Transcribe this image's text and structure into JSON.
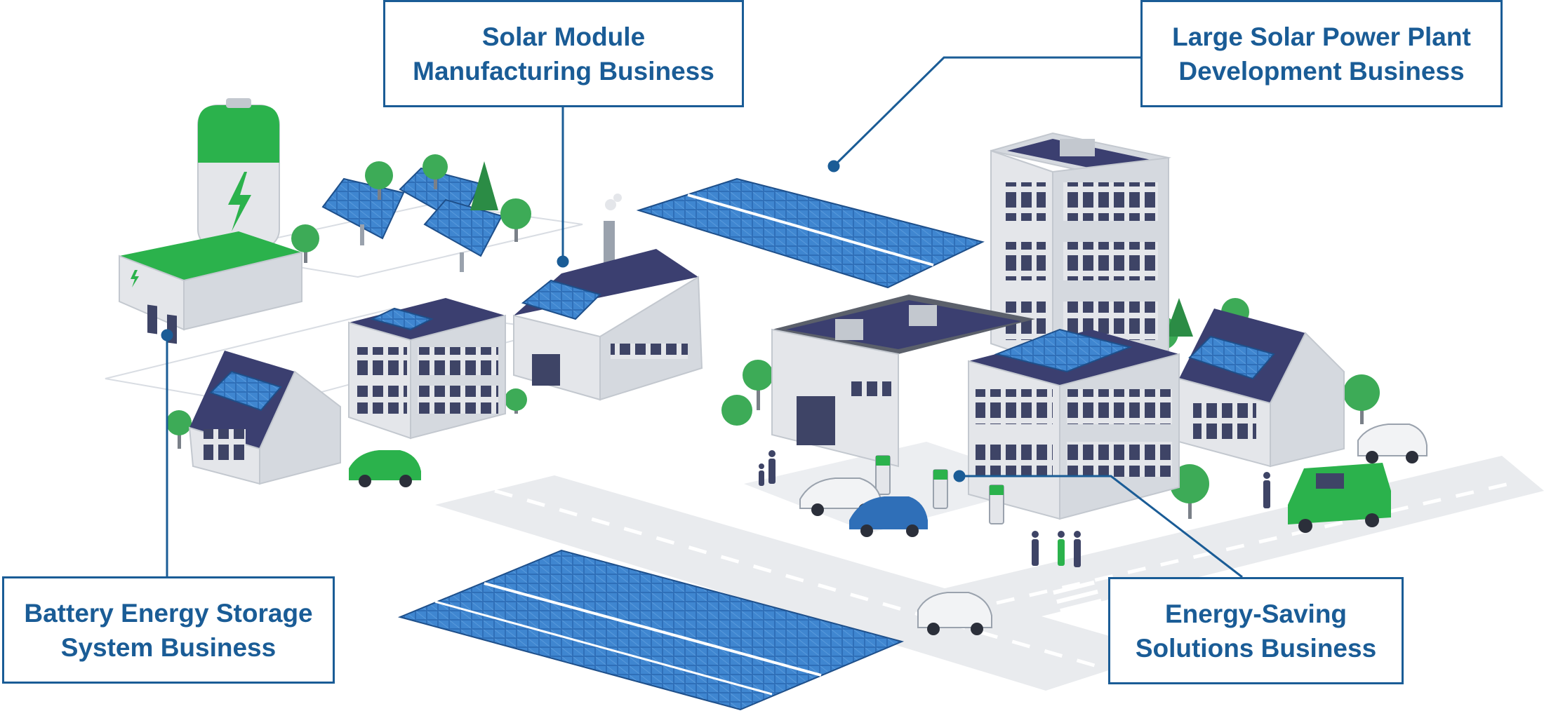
{
  "colors": {
    "label_blue": "#1a5c96",
    "solar_blue": "#2f6fb8",
    "accent_green": "#2bb24c",
    "roof_navy": "#3b3f70",
    "wall_gray": "#e4e6ea"
  },
  "labels": {
    "solar_module": {
      "line1": "Solar Module",
      "line2": "Manufacturing Business"
    },
    "solar_plant": {
      "line1": "Large Solar Power Plant",
      "line2": "Development Business"
    },
    "battery": {
      "line1": "Battery Energy Storage",
      "line2": "System Business"
    },
    "energy_saving": {
      "line1": "Energy-Saving",
      "line2": "Solutions Business"
    }
  },
  "icons": [
    "battery-tower-icon",
    "lightning-bolt-icon",
    "solar-panel-icon",
    "ev-charger-icon",
    "car-icon",
    "tree-icon",
    "person-icon",
    "factory-icon",
    "house-icon",
    "office-building-icon"
  ]
}
